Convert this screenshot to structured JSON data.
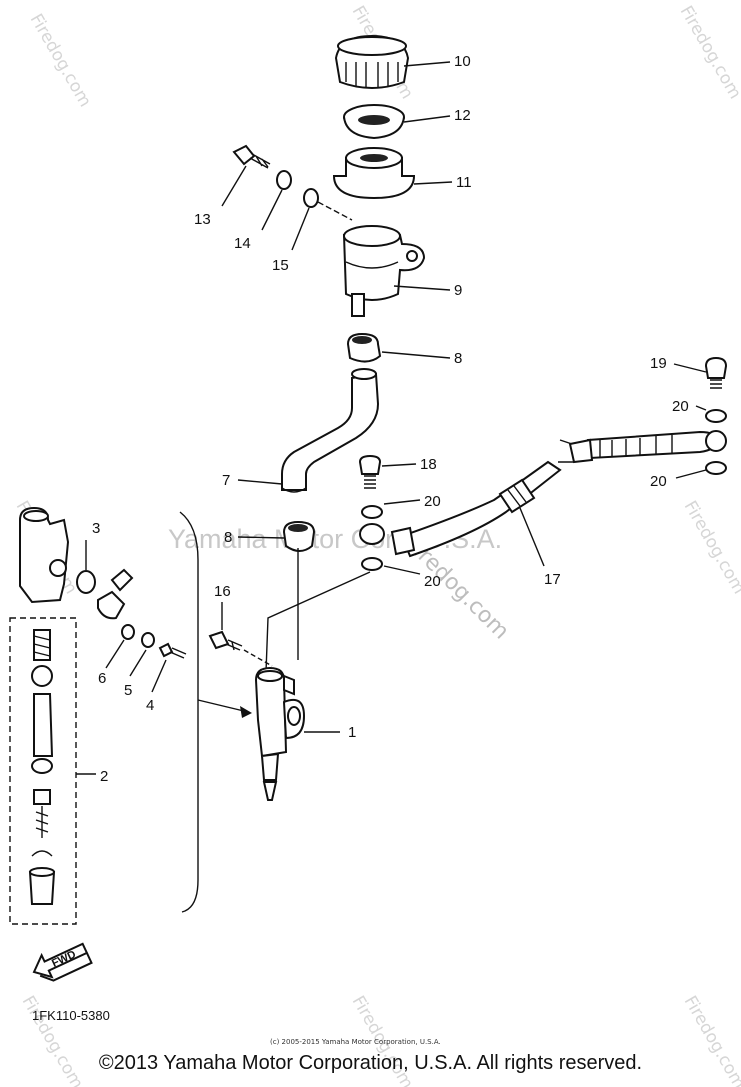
{
  "watermark": {
    "site": "Firedog.com",
    "center": "Yamaha Motor Corp. U.S.A.",
    "mid": "Firedog.com"
  },
  "callouts": {
    "n1": "1",
    "n2": "2",
    "n3": "3",
    "n4": "4",
    "n5": "5",
    "n6": "6",
    "n7": "7",
    "n8a": "8",
    "n8b": "8",
    "n9": "9",
    "n10": "10",
    "n11": "11",
    "n12": "12",
    "n13": "13",
    "n14": "14",
    "n15": "15",
    "n16": "16",
    "n17": "17",
    "n18": "18",
    "n19": "19",
    "n20a": "20",
    "n20b": "20",
    "n20c": "20",
    "n20d": "20"
  },
  "fwd_label": "FWD",
  "diagram_code": "1FK110-5380",
  "small_copyright": "(c) 2005-2015 Yamaha Motor Corporation, U.S.A.",
  "copyright": "©2013 Yamaha Motor Corporation, U.S.A. All rights reserved."
}
